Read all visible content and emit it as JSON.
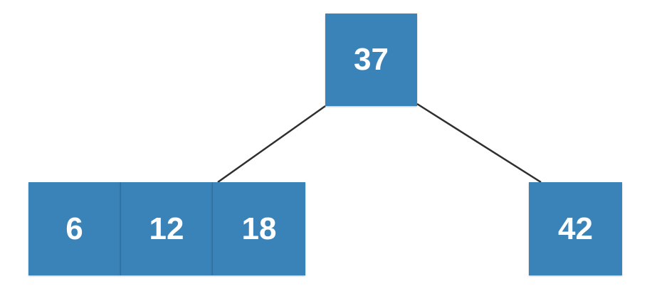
{
  "tree": {
    "root": {
      "keys": [
        "37"
      ]
    },
    "children": [
      {
        "keys": [
          "6",
          "12",
          "18"
        ]
      },
      {
        "keys": [
          "42"
        ]
      }
    ]
  },
  "colors": {
    "node_fill": "#3a83b8",
    "node_text": "#ffffff",
    "edge": "#2f2f2f",
    "background": "#ffffff"
  }
}
